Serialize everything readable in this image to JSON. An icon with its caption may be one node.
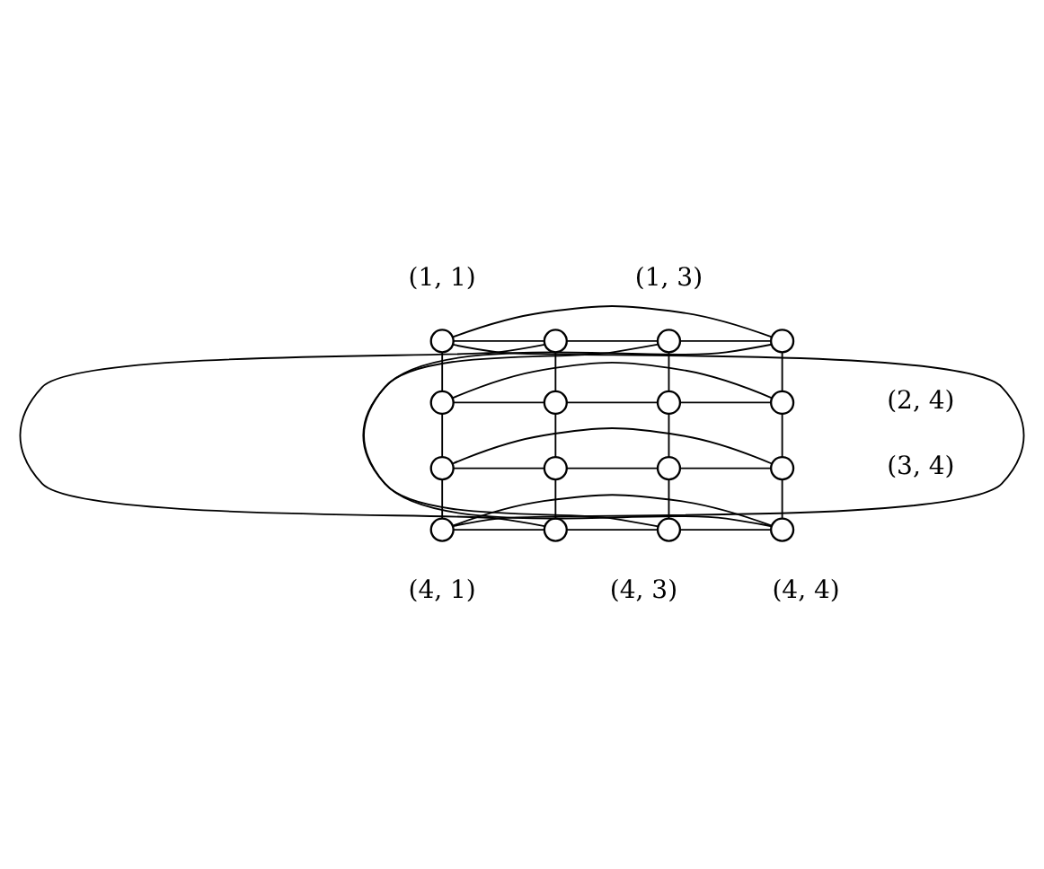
{
  "diagram": {
    "nodes": [
      {
        "text": [],
        "shape": "circle",
        "beside": [
          "(1, 1)"
        ]
      },
      {
        "text": [],
        "shape": "circle"
      },
      {
        "text": [],
        "shape": "circle",
        "beside": [
          "(1, 3)"
        ]
      },
      {
        "text": [],
        "shape": "circle"
      },
      {
        "text": [],
        "shape": "circle"
      },
      {
        "text": [],
        "shape": "circle"
      },
      {
        "text": [],
        "shape": "circle"
      },
      {
        "text": [],
        "shape": "circle",
        "beside": [
          "(2, 4)"
        ]
      },
      {
        "text": [],
        "shape": "circle"
      },
      {
        "text": [],
        "shape": "circle"
      },
      {
        "text": [],
        "shape": "circle"
      },
      {
        "text": [],
        "shape": "circle",
        "beside": [
          "(3, 4)"
        ]
      },
      {
        "text": [],
        "shape": "circle",
        "beside": [
          "(4, 1)"
        ]
      },
      {
        "text": [],
        "shape": "circle"
      },
      {
        "text": [],
        "shape": "circle",
        "beside": [
          "(4, 3)"
        ]
      },
      {
        "text": [],
        "shape": "circle",
        "beside": [
          "(4, 4)"
        ]
      }
    ],
    "edges": [
      {
        "from": 0,
        "to": 1,
        "arrow": "none"
      },
      {
        "from": 1,
        "to": 2,
        "arrow": "none"
      },
      {
        "from": 2,
        "to": 3,
        "arrow": "none"
      },
      {
        "from": 4,
        "to": 5,
        "arrow": "none"
      },
      {
        "from": 5,
        "to": 6,
        "arrow": "none"
      },
      {
        "from": 6,
        "to": 7,
        "arrow": "none"
      },
      {
        "from": 8,
        "to": 9,
        "arrow": "none"
      },
      {
        "from": 9,
        "to": 10,
        "arrow": "none"
      },
      {
        "from": 10,
        "to": 11,
        "arrow": "none"
      },
      {
        "from": 12,
        "to": 13,
        "arrow": "none"
      },
      {
        "from": 13,
        "to": 14,
        "arrow": "none"
      },
      {
        "from": 14,
        "to": 15,
        "arrow": "none"
      },
      {
        "from": 0,
        "to": 4,
        "arrow": "none"
      },
      {
        "from": 4,
        "to": 8,
        "arrow": "none"
      },
      {
        "from": 8,
        "to": 12,
        "arrow": "none"
      },
      {
        "from": 1,
        "to": 5,
        "arrow": "none"
      },
      {
        "from": 5,
        "to": 9,
        "arrow": "none"
      },
      {
        "from": 9,
        "to": 13,
        "arrow": "none"
      },
      {
        "from": 2,
        "to": 6,
        "arrow": "none"
      },
      {
        "from": 6,
        "to": 10,
        "arrow": "none"
      },
      {
        "from": 10,
        "to": 14,
        "arrow": "none"
      },
      {
        "from": 3,
        "to": 7,
        "arrow": "none"
      },
      {
        "from": 7,
        "to": 11,
        "arrow": "none"
      },
      {
        "from": 11,
        "to": 15,
        "arrow": "none"
      },
      {
        "from": 0,
        "to": 3,
        "arrow": "none"
      },
      {
        "from": 4,
        "to": 7,
        "arrow": "none"
      },
      {
        "from": 8,
        "to": 11,
        "arrow": "none"
      },
      {
        "from": 12,
        "to": 15,
        "arrow": "none"
      },
      {
        "from": 0,
        "to": 12,
        "arrow": "none"
      },
      {
        "from": 1,
        "to": 13,
        "arrow": "none"
      },
      {
        "from": 2,
        "to": 14,
        "arrow": "none"
      },
      {
        "from": 3,
        "to": 15,
        "arrow": "none"
      }
    ]
  }
}
